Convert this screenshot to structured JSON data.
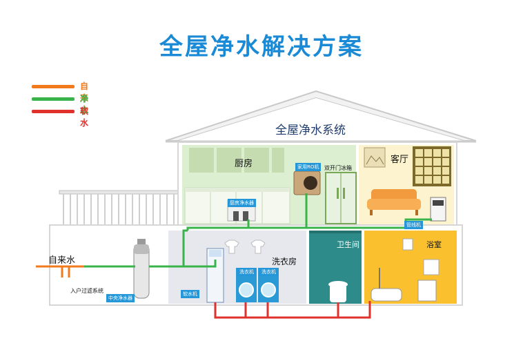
{
  "title": "全屋净水解决方案",
  "legend": [
    {
      "label": "自来水",
      "color": "#f07a1c"
    },
    {
      "label": "净水",
      "color": "#39b44a"
    },
    {
      "label": "软水",
      "color": "#e0312d"
    }
  ],
  "house": {
    "roof_title": "全屋净水系统",
    "rooms": {
      "kitchen": "厨房",
      "living_room": "客厅",
      "laundry": "洗衣房",
      "toilet": "卫生间",
      "bathroom": "浴室"
    },
    "labels": {
      "tap_water": "自来水",
      "entry_filter": "入户过滤系统"
    },
    "tags": {
      "fridge_purifier": "家用RO机",
      "double_fridge": "双开门冰箱",
      "kitchen_purifier": "厨房净水器",
      "pipeline_machine": "管线机",
      "softener": "软水机",
      "central_purifier": "中央净水器",
      "washer1": "洗衣机",
      "washer2": "洗衣机"
    }
  }
}
